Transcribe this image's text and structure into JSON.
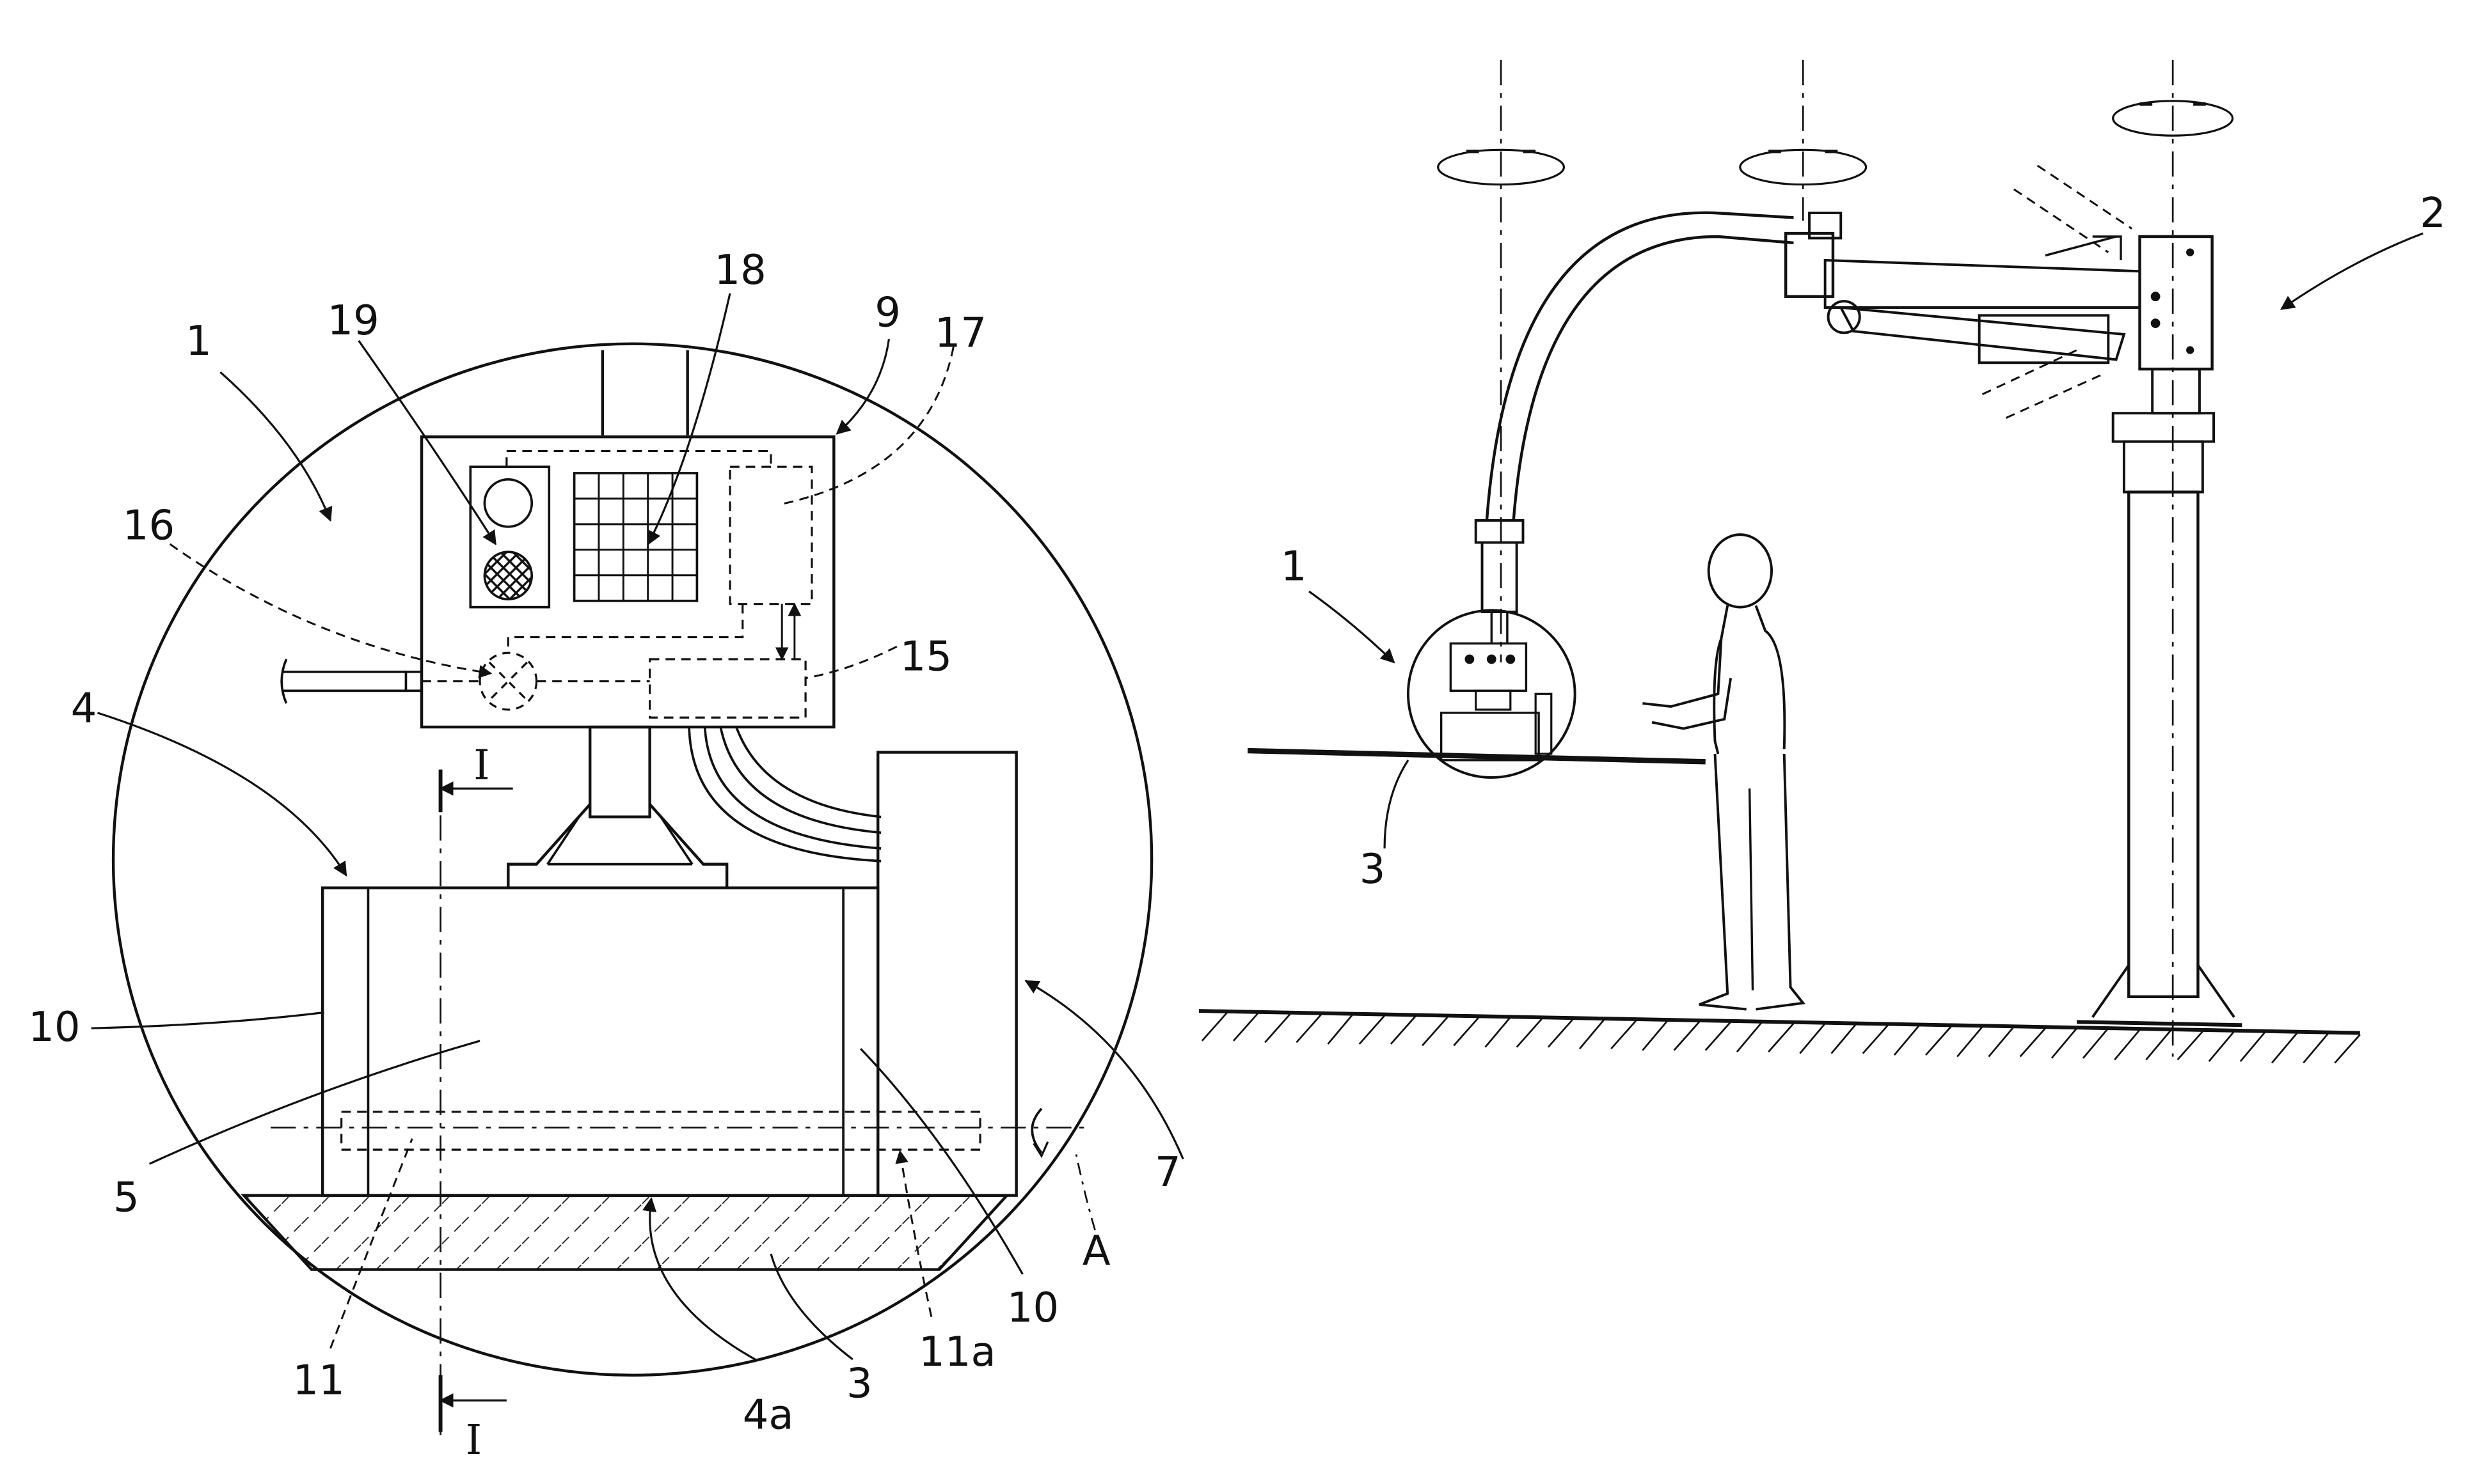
{
  "labels": {
    "l1": "1",
    "l2": "2",
    "l3": "3",
    "l4": "4",
    "l4a": "4a",
    "l5": "5",
    "l7": "7",
    "l9": "9",
    "l10": "10",
    "l11": "11",
    "l11a": "11a",
    "l15": "15",
    "l16": "16",
    "l17": "17",
    "l18": "18",
    "l19": "19",
    "lA": "A",
    "lI": "I"
  }
}
